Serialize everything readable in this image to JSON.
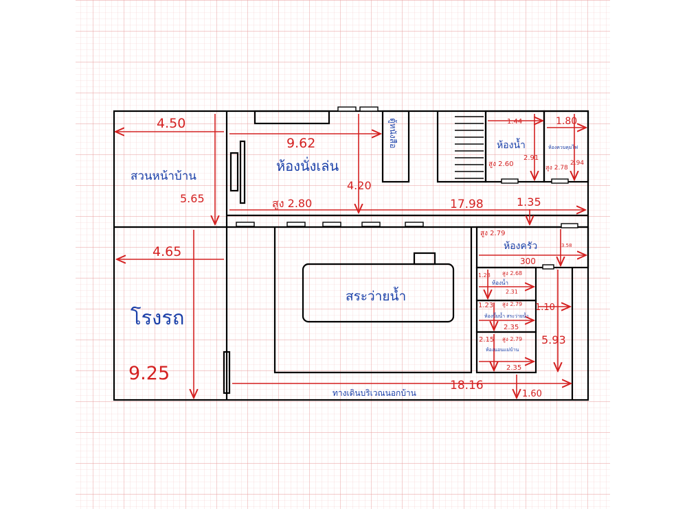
{
  "rooms": {
    "front_garden": "สวนหน้าบ้าน",
    "living_room": "ห้องนั่งเล่น",
    "shrine_cabinet": "ตู้หนังสือ",
    "bathroom_top": "ห้องน้ำ",
    "electrical_room": "ห้องควบคุมไฟ",
    "kitchen": "ห้องครัว",
    "garage": "โรงรถ",
    "pool": "สระว่ายน้ำ",
    "bathroom_small": "ห้องน้ำ",
    "pool_pump_room": "ห้องปั๊มน้ำ สระว่ายน้ำ",
    "maid_room": "ห้องนอนแม่บ้าน",
    "walkway": "ทางเดินบริเวณนอกบ้าน"
  },
  "dimensions": {
    "garden_width": "4.50",
    "living_width": "9.62",
    "living_depth": "4.20",
    "garden_depth": "5.65",
    "living_height": "สูง 2.80",
    "total_length": "17.98",
    "corridor_gap": "1.35",
    "bath_width": "1.44",
    "bath_depth": "2.91",
    "bath_height": "สูง 2.60",
    "elec_width": "1.80",
    "elec_depth": "2.94",
    "elec_height": "สูง 2.78",
    "kitchen_height": "สูง 2.79",
    "kitchen_width": "300",
    "kitchen_depth": "3.58",
    "garage_width": "4.65",
    "garage_depth": "9.25",
    "small_bath_height": "สูง 2.68",
    "small_bath_depth": "1.28",
    "small_bath_width": "2.31",
    "pump_height": "สูง 2.79",
    "pump_depth": "1.23",
    "pump_width": "2.35",
    "service_gap": "1.10",
    "maid_height": "สูง 2.79",
    "maid_depth": "2.15",
    "maid_width": "2.35",
    "side_depth": "5.93",
    "walkway_length": "18.16",
    "walkway_width": "1.60"
  },
  "colors": {
    "wall": "#000000",
    "dimension": "#d42020",
    "room_label": "#1a3fa8",
    "grid_minor": "#f3c9c9",
    "grid_major": "#e79a9a"
  }
}
